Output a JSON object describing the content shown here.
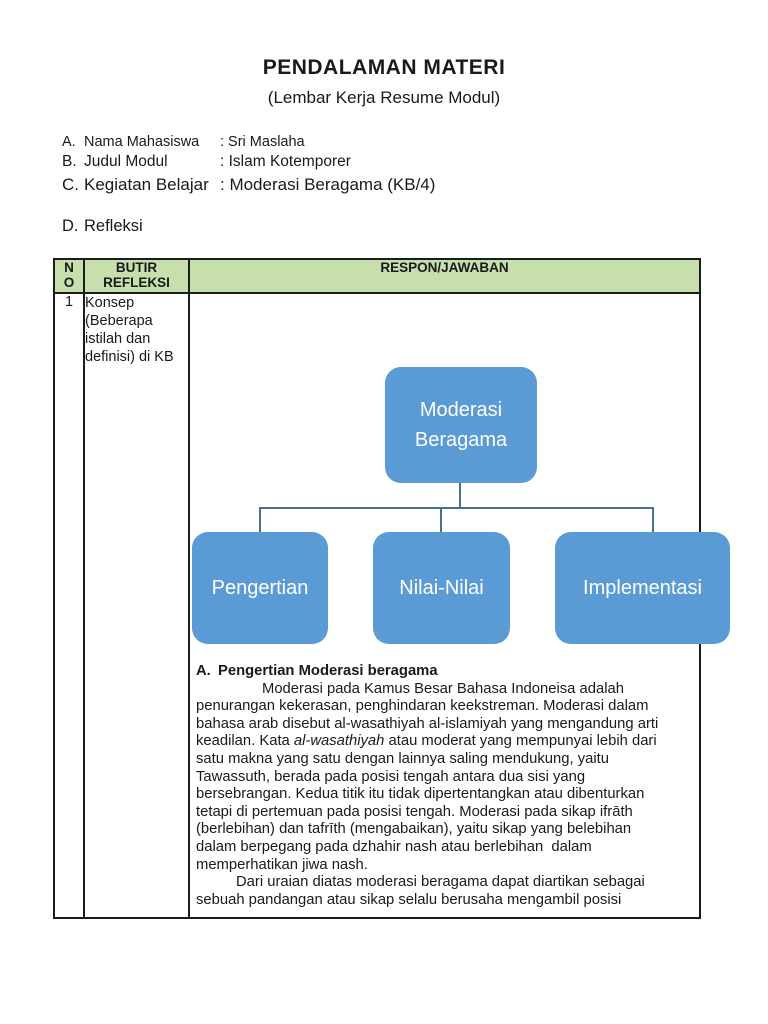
{
  "title": "PENDALAMAN MATERI",
  "subtitle": "(Lembar Kerja Resume Modul)",
  "info": [
    {
      "marker": "A.",
      "label": "Nama Mahasiswa",
      "value": ": Sri Maslaha"
    },
    {
      "marker": "B.",
      "label": "Judul Modul",
      "value": ": Islam Kotemporer"
    },
    {
      "marker": "C.",
      "label": "Kegiatan Belajar",
      "value": ": Moderasi Beragama (KB/4)"
    },
    {
      "marker": "D.",
      "label": "Refleksi",
      "value": ""
    }
  ],
  "table": {
    "header": {
      "no": [
        "N",
        "O"
      ],
      "butir": [
        "BUTIR",
        "REFLEKSI"
      ],
      "respon": "RESPON/JAWABAN"
    },
    "row1": {
      "no": "1",
      "butir": "Konsep (Beberapa istilah dan definisi) di KB"
    }
  },
  "diagram": {
    "root": "Moderasi Beragama",
    "children": [
      "Pengertian",
      "Nilai-Nilai",
      "Implementasi"
    ]
  },
  "respon": {
    "heading_marker": "A.",
    "heading": "Pengertian Moderasi beragama",
    "lines": [
      {
        "indent": 66,
        "text": "Moderasi pada Kamus Besar Bahasa Indoneisa adalah"
      },
      {
        "text": "penurangan kekerasan, penghindaran keekstreman. Moderasi dalam"
      },
      {
        "text": "bahasa arab disebut al-wasathiyah al-islamiyah yang mengandung arti"
      },
      {
        "text": "keadilan. Kata ",
        "italic": "al-wasathiyah",
        "after": " atau moderat yang mempunyai lebih dari"
      },
      {
        "text": "satu makna yang satu dengan lainnya saling mendukung, yaitu"
      },
      {
        "text": "Tawassuth, berada pada posisi tengah antara dua sisi yang"
      },
      {
        "text": "bersebrangan. Kedua titik itu tidak dipertentangkan atau dibenturkan"
      },
      {
        "text": "tetapi di pertemuan pada posisi tengah. Moderasi pada sikap ifrāth"
      },
      {
        "text": "(berlebihan) dan tafrīth (mengabaikan), yaitu sikap yang belebihan"
      },
      {
        "text": "dalam berpegang pada dzhahir nash atau berlebihan  dalam"
      },
      {
        "text": "memperhatikan jiwa nash."
      },
      {
        "indent": 40,
        "text": "Dari uraian diatas moderasi beragama dapat diartikan sebagai"
      },
      {
        "text": "sebuah pandangan atau sikap selalu berusaha mengambil posisi"
      }
    ]
  },
  "colors": {
    "node_blue": "#5b9bd5",
    "connector": "#41719c",
    "header_green": "#c6dfad",
    "border": "#1c1c1c",
    "text": "#1a1a1a"
  }
}
